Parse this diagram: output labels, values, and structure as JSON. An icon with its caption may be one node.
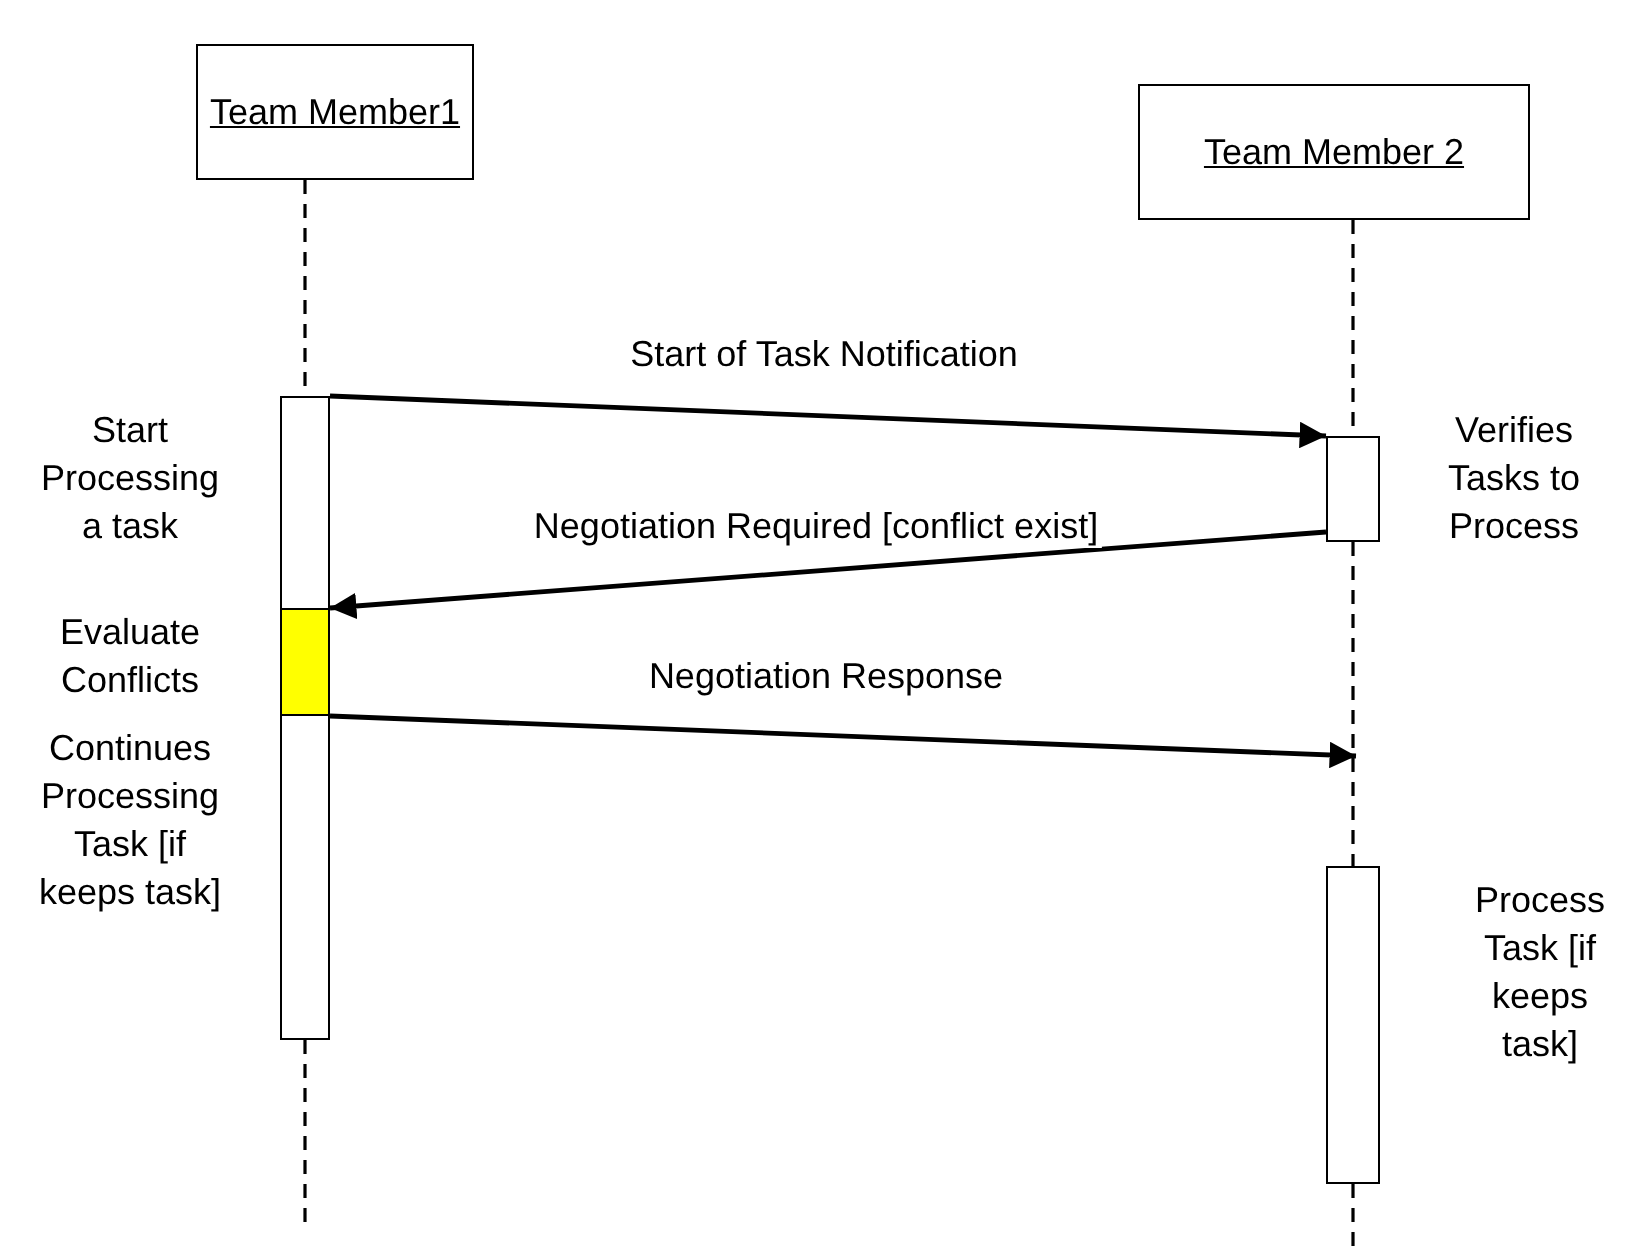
{
  "diagram": {
    "nodes": [
      {
        "text": [
          "Team Member1"
        ]
      },
      {
        "text": [
          "Team Member 2"
        ]
      },
      {
        "text": [],
        "shape": "bar",
        "beside": [
          "Start Processing a task",
          "Continues Processing Task [if keeps task]"
        ]
      },
      {
        "text": [],
        "shape": "bar",
        "in": 2,
        "beside": [
          "Evaluate Conflicts"
        ]
      },
      {
        "text": [],
        "shape": "bar",
        "beside": [
          "Verifies Tasks to Process"
        ]
      },
      {
        "text": [],
        "shape": "bar",
        "beside": [
          "Process Task [if keeps task]"
        ]
      }
    ],
    "edges": [
      {
        "from": 0,
        "to": 2,
        "arrow": "none",
        "style": "dashed"
      },
      {
        "from": 2,
        "to": null,
        "arrow": "none",
        "style": "dashed"
      },
      {
        "from": 1,
        "to": 4,
        "arrow": "none",
        "style": "dashed"
      },
      {
        "from": 4,
        "to": 5,
        "arrow": "none",
        "style": "dashed"
      },
      {
        "from": 5,
        "to": null,
        "arrow": "none",
        "style": "dashed"
      },
      {
        "from": 2,
        "to": 4,
        "arrow": "to",
        "label": "Start of Task Notification"
      },
      {
        "from": 4,
        "to": 3,
        "arrow": "to",
        "label": "Negotiation Required [conflict exist]"
      },
      {
        "from": 3,
        "to": null,
        "arrow": "to",
        "label": "Negotiation Response"
      }
    ]
  }
}
